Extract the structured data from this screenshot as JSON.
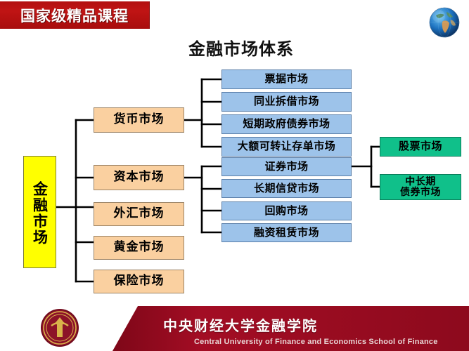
{
  "banner": {
    "label": "国家级精品课程"
  },
  "header": {
    "title": "金融市场体系",
    "globe_icon": "globe-icon"
  },
  "diagram": {
    "root": {
      "label": "金融市场"
    },
    "level1": [
      {
        "label": "货币市场"
      },
      {
        "label": "资本市场"
      },
      {
        "label": "外汇市场"
      },
      {
        "label": "黄金市场"
      },
      {
        "label": "保险市场"
      }
    ],
    "money_market_children": [
      {
        "label": "票据市场"
      },
      {
        "label": "同业拆借市场"
      },
      {
        "label": "短期政府债券市场"
      },
      {
        "label": "大额可转让存单市场"
      }
    ],
    "capital_market_children": [
      {
        "label": "证券市场"
      },
      {
        "label": "长期信贷市场"
      },
      {
        "label": "回购市场"
      },
      {
        "label": "融资租赁市场"
      }
    ],
    "securities_market_children": [
      {
        "label": "股票市场"
      },
      {
        "label": "中长期\n债券市场"
      }
    ],
    "colors": {
      "root_fill": "#ffff00",
      "level1_fill": "#fad0a0",
      "level2_fill": "#9dc3ea",
      "level3_fill": "#10c08a",
      "connector": "#000000",
      "banner_red": "#b21010",
      "footer_red": "#9e0b22"
    }
  },
  "footer": {
    "cn_name": "中央财经大学金融学院",
    "en_name": "Central University of Finance and Economics   School of Finance",
    "seal_icon": "university-seal-icon"
  }
}
